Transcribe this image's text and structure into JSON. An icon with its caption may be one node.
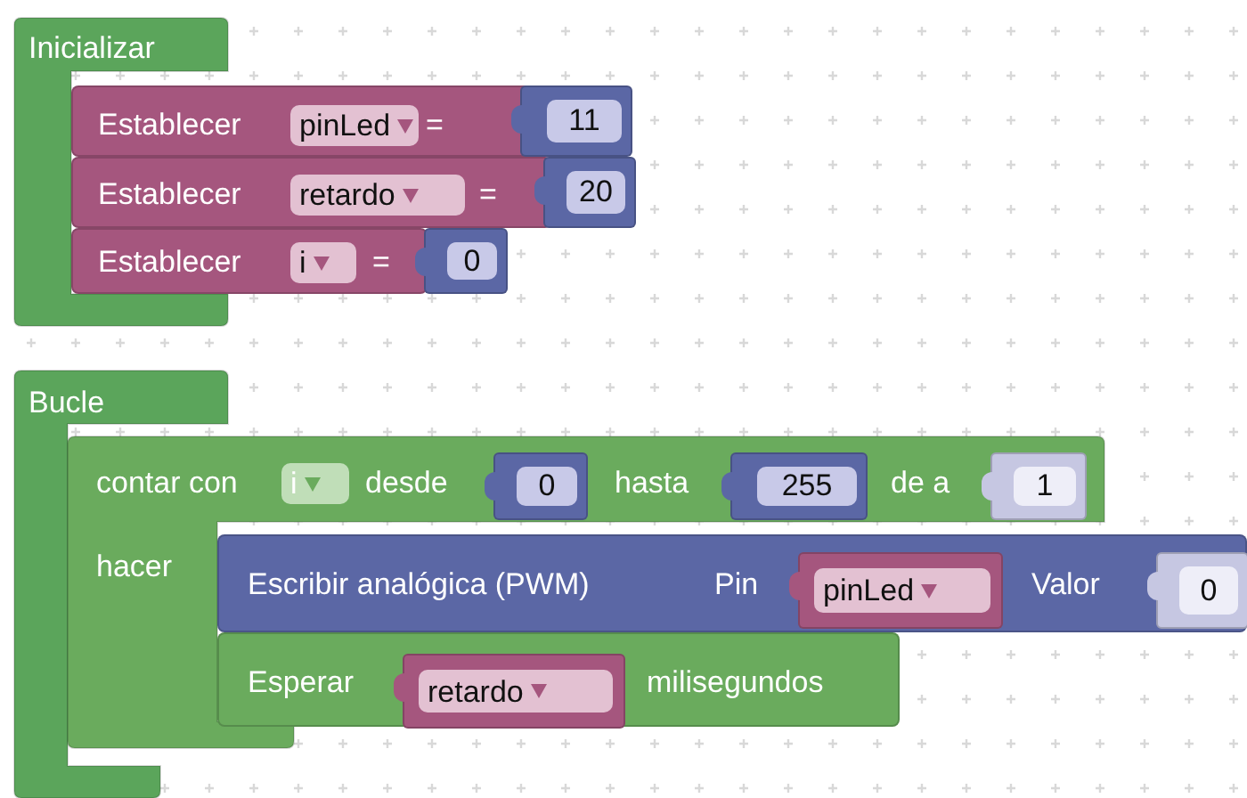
{
  "diagram": {
    "nodes": [
      {
        "text": [
          "Inicializar"
        ]
      },
      {
        "text": [
          "Establecer",
          "="
        ]
      },
      {
        "text": [
          "pinLed"
        ],
        "in": 1
      },
      {
        "text": [
          "11"
        ]
      },
      {
        "text": [
          "Establecer",
          "="
        ]
      },
      {
        "text": [
          "retardo"
        ],
        "in": 4
      },
      {
        "text": [
          "20"
        ]
      },
      {
        "text": [
          "Establecer",
          "="
        ]
      },
      {
        "text": [
          "i"
        ],
        "in": 7
      },
      {
        "text": [
          "0"
        ]
      },
      {
        "text": [
          "Bucle"
        ]
      },
      {
        "text": [
          "contar con",
          "desde",
          "hasta",
          "de a",
          "hacer"
        ]
      },
      {
        "text": [
          "i"
        ],
        "in": 11
      },
      {
        "text": [
          "0"
        ],
        "in": 11
      },
      {
        "text": [
          "255"
        ],
        "in": 11
      },
      {
        "text": [
          "1"
        ],
        "in": 11
      },
      {
        "text": [
          "Escribir analógica (PWM)",
          "Pin",
          "Valor"
        ]
      },
      {
        "text": [
          "pinLed"
        ],
        "in": 16
      },
      {
        "text": [
          "0"
        ],
        "in": 16
      },
      {
        "text": [
          "Esperar",
          "milisegundos"
        ]
      },
      {
        "text": [
          "retardo"
        ],
        "in": 19
      }
    ]
  }
}
